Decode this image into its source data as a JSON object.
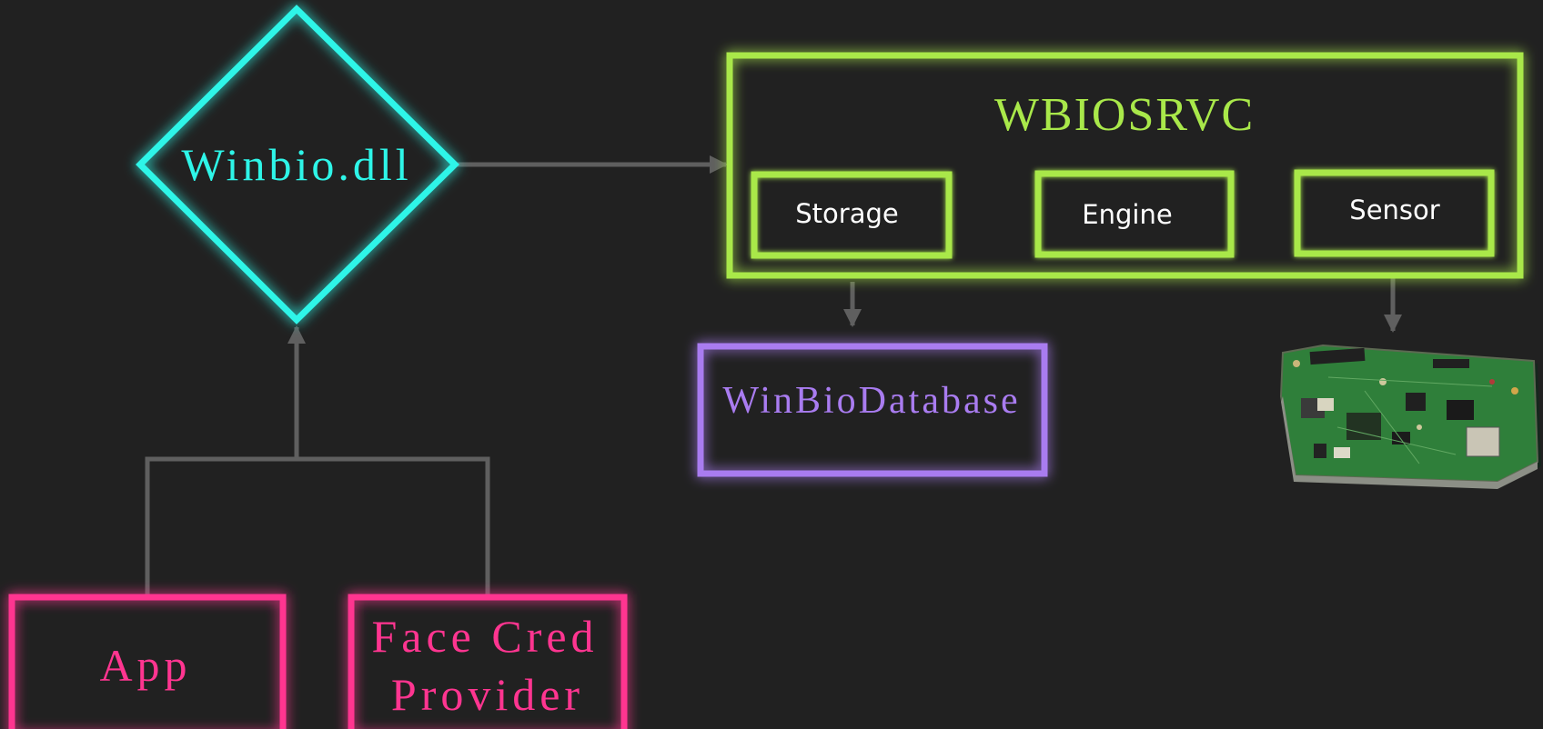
{
  "colors": {
    "background": "#212121",
    "connector": "#5f5f5f",
    "cyan": "#2ef5e8",
    "green": "#a9e84a",
    "purple": "#a97cf0",
    "pink": "#ff3590"
  },
  "nodes": {
    "winbio_dll": {
      "label": "Winbio.dll",
      "shape": "diamond",
      "color": "cyan"
    },
    "wbiosrvc": {
      "label": "WBIOSRVC",
      "shape": "rectangle",
      "color": "green"
    },
    "storage": {
      "label": "Storage",
      "shape": "rectangle",
      "color": "green"
    },
    "engine": {
      "label": "Engine",
      "shape": "rectangle",
      "color": "green"
    },
    "sensor": {
      "label": "Sensor",
      "shape": "rectangle",
      "color": "green"
    },
    "winbio_database": {
      "label": "WinBioDatabase",
      "shape": "rectangle",
      "color": "purple"
    },
    "app": {
      "label": "App",
      "shape": "rectangle",
      "color": "pink"
    },
    "face_cred_provider": {
      "label_line1": "Face Cred",
      "label_line2": "Provider",
      "shape": "rectangle",
      "color": "pink"
    },
    "sensor_board": {
      "image": "circuit-board-icon"
    }
  },
  "edges": [
    {
      "from": "winbio_dll",
      "to": "wbiosrvc",
      "arrow": true
    },
    {
      "from": "app",
      "to": "winbio_dll",
      "arrow": true
    },
    {
      "from": "face_cred_provider",
      "to": "winbio_dll",
      "arrow": true
    },
    {
      "from": "storage",
      "to": "winbio_database",
      "arrow": true
    },
    {
      "from": "sensor",
      "to": "sensor_board",
      "arrow": true
    }
  ]
}
